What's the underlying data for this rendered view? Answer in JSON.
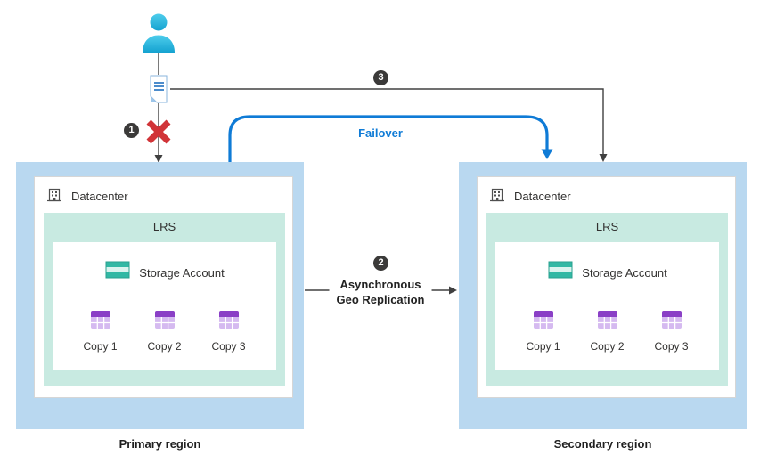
{
  "colors": {
    "region_fill": "#b9d8f0",
    "lrs_fill": "#c8eae1",
    "failover_blue": "#0f7bd6",
    "badge_bg": "#3b3a39",
    "error_red": "#d13438",
    "connector_gray": "#404040",
    "storage_teal": "#32b8a4",
    "table_purple": "#8a3fc6"
  },
  "badges": [
    "1",
    "2",
    "3"
  ],
  "labels": {
    "failover": "Failover",
    "replication_line1": "Asynchronous",
    "replication_line2": "Geo Replication"
  },
  "icons": {
    "user": "user-icon",
    "document": "document-icon",
    "error": "red-x-icon",
    "datacenter": "building-icon",
    "storage": "storage-account-icon",
    "copy": "table-icon"
  },
  "regions": [
    {
      "name": "Primary region",
      "datacenter_label": "Datacenter",
      "lrs_label": "LRS",
      "storage_account_label": "Storage Account",
      "copies": [
        "Copy 1",
        "Copy 2",
        "Copy 3"
      ]
    },
    {
      "name": "Secondary region",
      "datacenter_label": "Datacenter",
      "lrs_label": "LRS",
      "storage_account_label": "Storage Account",
      "copies": [
        "Copy 1",
        "Copy 2",
        "Copy 3"
      ]
    }
  ]
}
